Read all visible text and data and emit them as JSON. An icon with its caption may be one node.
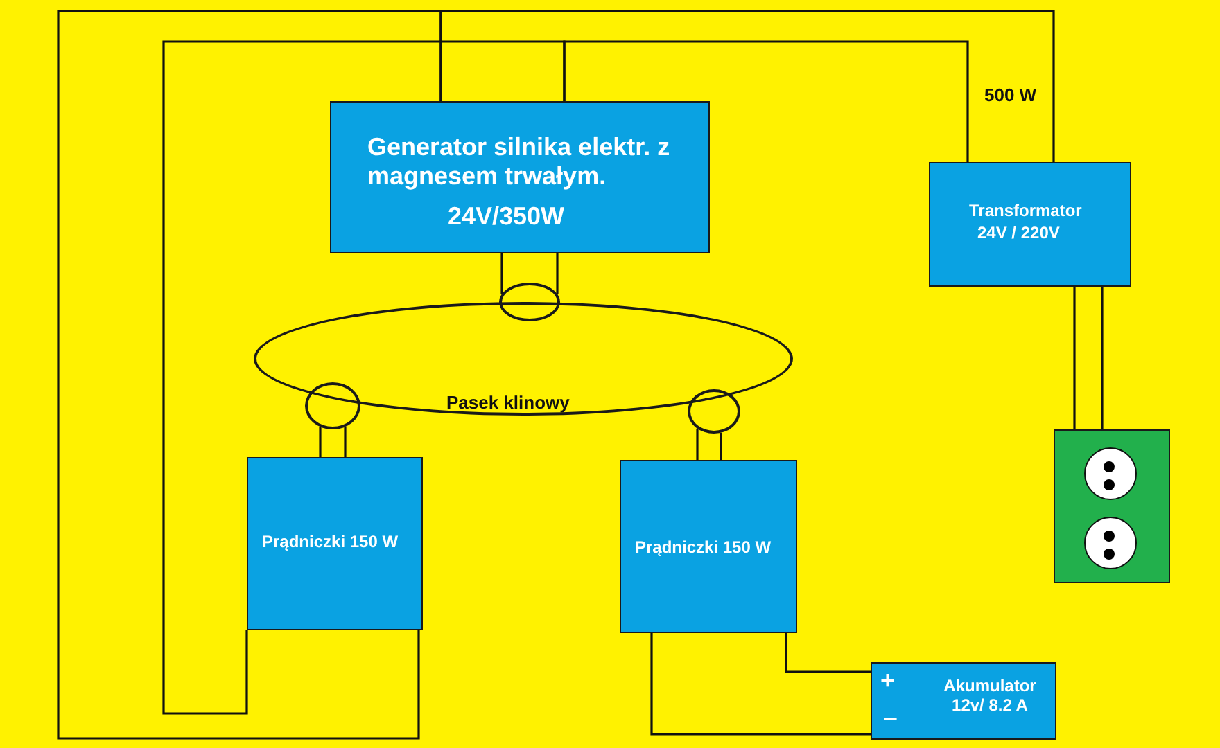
{
  "diagram": {
    "nodes": [
      {
        "text": [
          "Generator silnika elektr. z magnesem trwałym.",
          "24V/350W"
        ]
      },
      {
        "text": [
          "Transformator",
          "24V / 220V"
        ]
      },
      {
        "text": [],
        "shape": "circle"
      },
      {
        "text": [
          "Pasek klinowy"
        ]
      },
      {
        "text": [],
        "shape": "circle"
      },
      {
        "text": [],
        "shape": "circle"
      },
      {
        "text": [
          "Prądniczki 150 W"
        ]
      },
      {
        "text": [
          "Prądniczki 150 W"
        ]
      },
      {
        "text": [],
        "shape": "box"
      },
      {
        "text": [
          "+",
          "Akumulator 12v/ 8.2 A",
          "−"
        ]
      }
    ],
    "edges": [
      {
        "from": 0,
        "to": 1,
        "arrow": "none"
      },
      {
        "from": 0,
        "to": 6,
        "arrow": "none"
      },
      {
        "from": 0,
        "to": 1,
        "arrow": "none"
      },
      {
        "from": 0,
        "to": 6,
        "arrow": "none"
      },
      {
        "from": 0,
        "to": 2,
        "arrow": "none"
      },
      {
        "from": 0,
        "to": 2,
        "arrow": "none"
      },
      {
        "from": 4,
        "to": 6,
        "arrow": "none"
      },
      {
        "from": 4,
        "to": 6,
        "arrow": "none"
      },
      {
        "from": 5,
        "to": 7,
        "arrow": "none"
      },
      {
        "from": 5,
        "to": 7,
        "arrow": "none"
      },
      {
        "from": 1,
        "to": 8,
        "arrow": "none"
      },
      {
        "from": 1,
        "to": 8,
        "arrow": "none"
      },
      {
        "from": 7,
        "to": 9,
        "arrow": "none"
      },
      {
        "from": 7,
        "to": 9,
        "arrow": "none"
      }
    ],
    "labels": [
      "500 W"
    ]
  }
}
